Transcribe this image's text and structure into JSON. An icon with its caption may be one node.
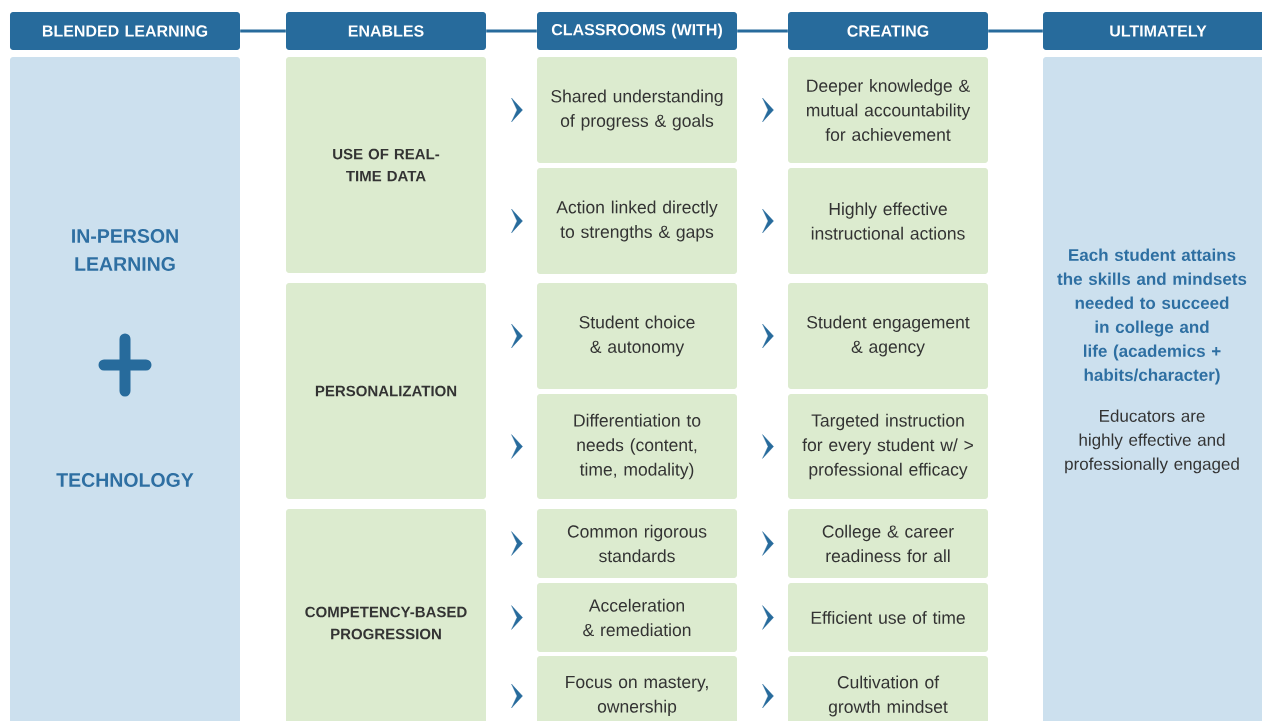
{
  "diagram": {
    "nodes": [
      {
        "text": [
          "BLENDED LEARNING"
        ]
      },
      {
        "text": [
          "ENABLES"
        ]
      },
      {
        "text": [
          "CLASSROOMS (WITH)"
        ]
      },
      {
        "text": [
          "CREATING"
        ]
      },
      {
        "text": [
          "ULTIMATELY"
        ]
      },
      {
        "text": [
          "IN-PERSON LEARNING",
          "TECHNOLOGY"
        ]
      },
      {
        "text": [
          "USE OF REAL-TIME DATA"
        ]
      },
      {
        "text": [
          "PERSONALIZATION"
        ]
      },
      {
        "text": [
          "COMPETENCY-BASED PROGRESSION"
        ]
      },
      {
        "text": [
          "Shared understanding of progress & goals"
        ]
      },
      {
        "text": [
          "Action linked directly to strengths & gaps"
        ]
      },
      {
        "text": [
          "Student choice & autonomy"
        ]
      },
      {
        "text": [
          "Differentiation to needs (content, time, modality)"
        ]
      },
      {
        "text": [
          "Common rigorous standards"
        ]
      },
      {
        "text": [
          "Acceleration & remediation"
        ]
      },
      {
        "text": [
          "Focus on mastery, ownership"
        ]
      },
      {
        "text": [
          "Deeper knowledge & mutual accountability for achievement"
        ]
      },
      {
        "text": [
          "Highly effective instructional actions"
        ]
      },
      {
        "text": [
          "Student engagement & agency"
        ]
      },
      {
        "text": [
          "Targeted instruction for every student w/ > professional efficacy"
        ]
      },
      {
        "text": [
          "College & career readiness for all"
        ]
      },
      {
        "text": [
          "Efficient use of time"
        ]
      },
      {
        "text": [
          "Cultivation of growth mindset"
        ]
      },
      {
        "text": [
          "Each student attains the skills and mindsets needed to succeed in college and life (academics + habits/character)",
          "Educators are highly effective and professionally engaged"
        ]
      }
    ],
    "edges": [
      {
        "from": 0,
        "to": 1,
        "arrow": "none"
      },
      {
        "from": 1,
        "to": 2,
        "arrow": "none"
      },
      {
        "from": 2,
        "to": 3,
        "arrow": "none"
      },
      {
        "from": 3,
        "to": 4,
        "arrow": "none"
      },
      {
        "from": 6,
        "to": 9,
        "arrow": "to"
      },
      {
        "from": 6,
        "to": 10,
        "arrow": "to"
      },
      {
        "from": 7,
        "to": 11,
        "arrow": "to"
      },
      {
        "from": 7,
        "to": 12,
        "arrow": "to"
      },
      {
        "from": 8,
        "to": 13,
        "arrow": "to"
      },
      {
        "from": 8,
        "to": 14,
        "arrow": "to"
      },
      {
        "from": 8,
        "to": 15,
        "arrow": "to"
      },
      {
        "from": 9,
        "to": 16,
        "arrow": "to"
      },
      {
        "from": 10,
        "to": 17,
        "arrow": "to"
      },
      {
        "from": 11,
        "to": 18,
        "arrow": "to"
      },
      {
        "from": 12,
        "to": 19,
        "arrow": "to"
      },
      {
        "from": 13,
        "to": 20,
        "arrow": "to"
      },
      {
        "from": 14,
        "to": 21,
        "arrow": "to"
      },
      {
        "from": 15,
        "to": 22,
        "arrow": "to"
      }
    ]
  }
}
